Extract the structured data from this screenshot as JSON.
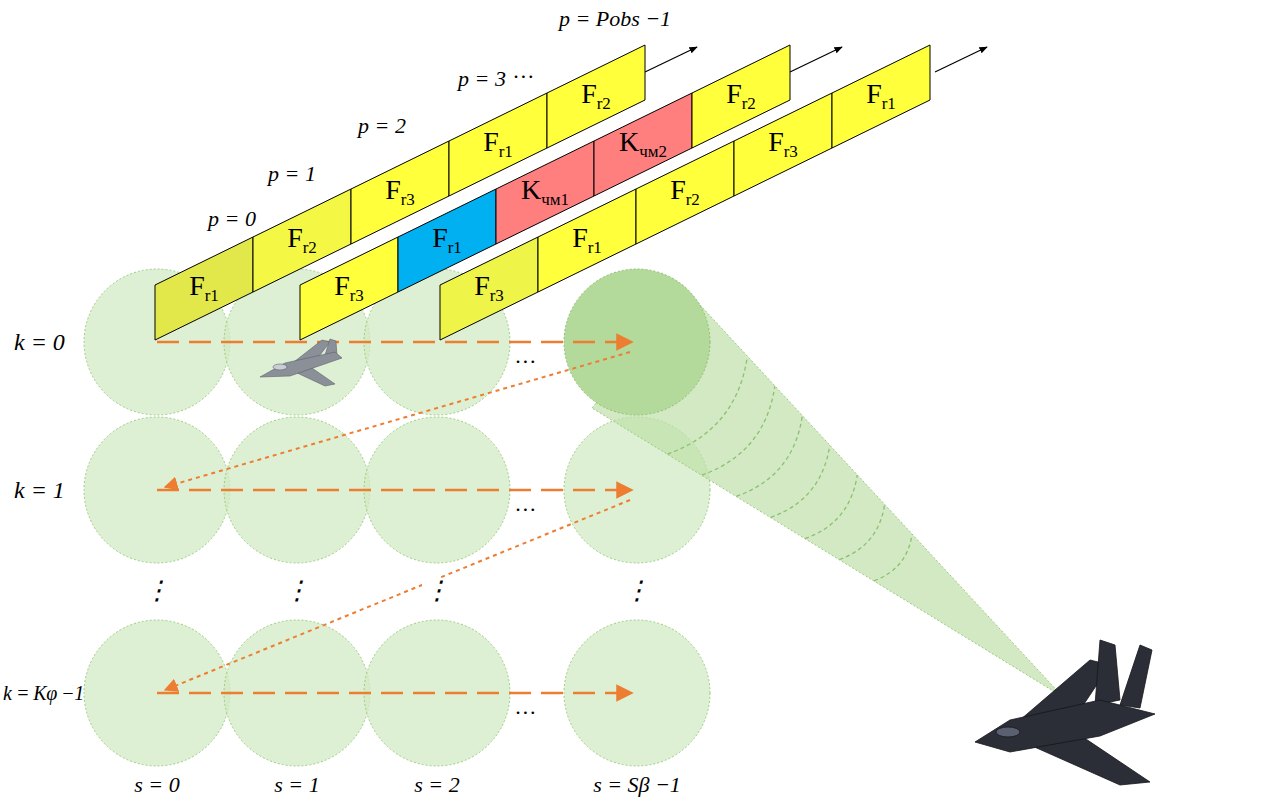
{
  "diagram": {
    "nodes": [
      {
        "text": [
          "Fr1"
        ]
      },
      {
        "text": [
          "Fr2"
        ]
      },
      {
        "text": [
          "Fr3"
        ]
      },
      {
        "text": [
          "Fr1"
        ]
      },
      {
        "text": [
          "Fr2"
        ]
      },
      {
        "text": [
          "Fr3"
        ]
      },
      {
        "text": [
          "Fr1"
        ]
      },
      {
        "text": [
          "Kчм1"
        ]
      },
      {
        "text": [
          "Kчм2"
        ]
      },
      {
        "text": [
          "Fr2"
        ]
      },
      {
        "text": [
          "Fr3"
        ]
      },
      {
        "text": [
          "Fr1"
        ]
      },
      {
        "text": [
          "Fr2"
        ]
      },
      {
        "text": [
          "Fr3"
        ]
      },
      {
        "text": [
          "Fr1"
        ]
      }
    ],
    "labels": [
      "p = 0",
      "p = 1",
      "p = 2",
      "p = 3",
      "…",
      "p = Pobs −1",
      "k = 0",
      "k = 1",
      "k = Kφ −1",
      "…",
      "…",
      "…",
      "⋮",
      "⋮",
      "⋮",
      "⋮",
      "s = 0",
      "s = 1",
      "s = 2",
      "s = Sβ −1"
    ]
  }
}
